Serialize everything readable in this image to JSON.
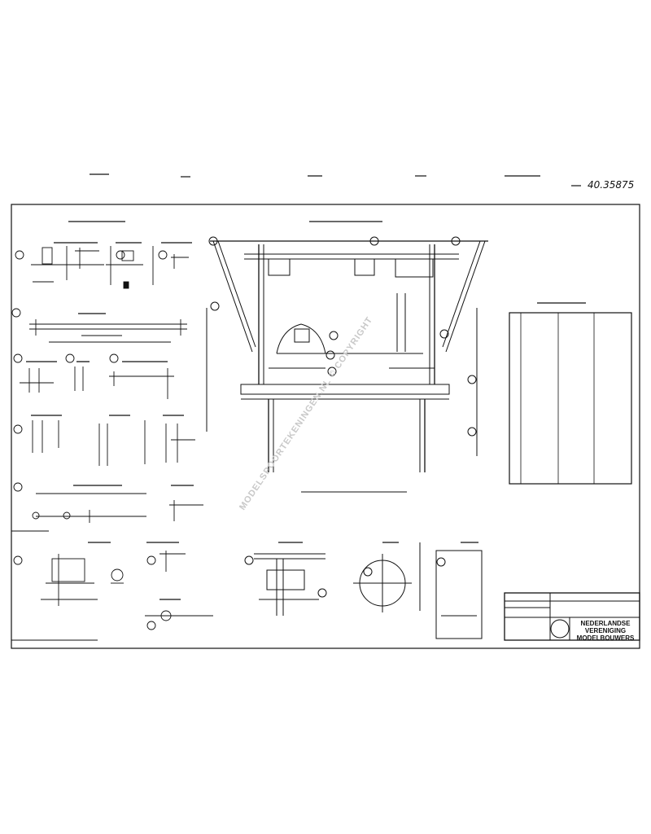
{
  "sheet": {
    "reference_number": "40.35875",
    "watermark": "MODELSPOORTEKENINGEN.NL © COPYRIGHT"
  },
  "title_block": {
    "association_line1": "NEDERLANDSE VERENIGING",
    "association_line2": "MODELBOUWERS"
  },
  "views": [],
  "parts_list": {
    "rows": []
  }
}
